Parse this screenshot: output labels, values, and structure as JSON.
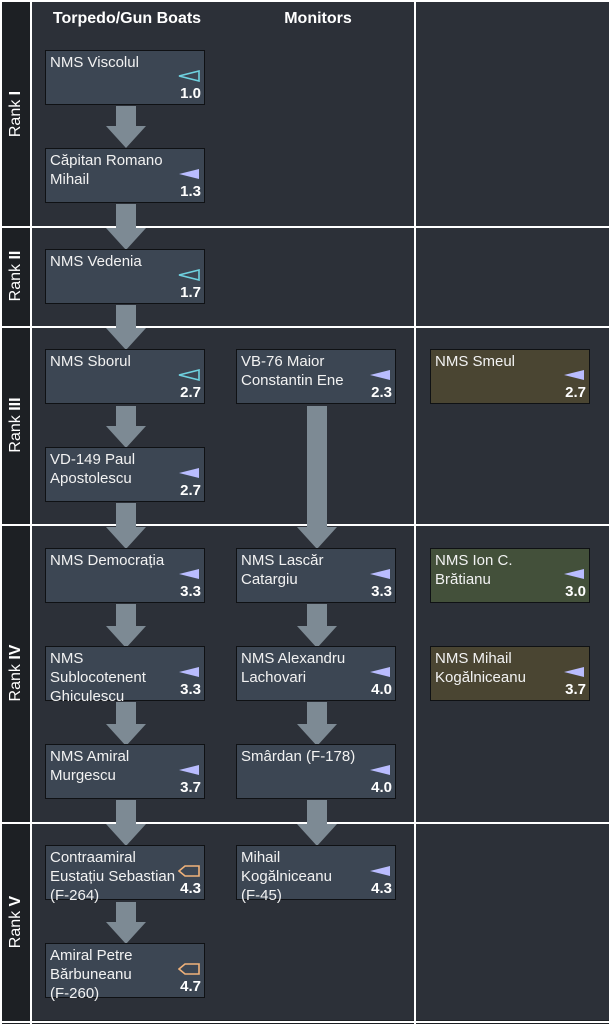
{
  "columns": {
    "col1": "Torpedo/Gun Boats",
    "col2": "Monitors"
  },
  "ranks": {
    "r1": {
      "prefix": "Rank ",
      "num": "I"
    },
    "r2": {
      "prefix": "Rank ",
      "num": "II"
    },
    "r3": {
      "prefix": "Rank ",
      "num": "III"
    },
    "r4": {
      "prefix": "Rank ",
      "num": "IV"
    },
    "r5": {
      "prefix": "Rank ",
      "num": "V"
    }
  },
  "colors": {
    "background": "#1d2024",
    "panel": "#2c3038",
    "card": "#3c4653",
    "premium_olive": "#4a4532",
    "premium_green": "#43503a",
    "arrow": "#7d8a94",
    "icon_cyan": "#6fd2e0",
    "icon_lavender": "#b9bcff",
    "icon_orange": "#f0b27a"
  },
  "vehicles": {
    "viscolul": {
      "name": "NMS Viscolul",
      "br": "1.0",
      "icon": "triangle-outline-icon"
    },
    "romano": {
      "name": "Căpitan Romano\nMihail",
      "br": "1.3",
      "icon": "triangle-filled-icon"
    },
    "vedenia": {
      "name": "NMS Vedenia",
      "br": "1.7",
      "icon": "triangle-outline-icon"
    },
    "sborul": {
      "name": "NMS Sborul",
      "br": "2.7",
      "icon": "triangle-outline-icon"
    },
    "apostolescu": {
      "name": "VD-149 Paul\nApostolescu",
      "br": "2.7",
      "icon": "triangle-filled-icon"
    },
    "ene": {
      "name": "VB-76 Maior\nConstantin Ene",
      "br": "2.3",
      "icon": "triangle-filled-icon"
    },
    "smeul": {
      "name": "NMS Smeul",
      "br": "2.7",
      "icon": "triangle-filled-icon"
    },
    "democratia": {
      "name": "NMS Democrația",
      "br": "3.3",
      "icon": "triangle-filled-icon"
    },
    "ghiculescu": {
      "name": "NMS\nSublocotenent\nGhiculescu",
      "br": "3.3",
      "icon": "triangle-filled-icon"
    },
    "murgescu": {
      "name": "NMS Amiral\nMurgescu",
      "br": "3.7",
      "icon": "triangle-filled-icon"
    },
    "catargiu": {
      "name": "NMS Lascăr\nCatargiu",
      "br": "3.3",
      "icon": "triangle-filled-icon"
    },
    "lachovari": {
      "name": "NMS Alexandru\nLachovari",
      "br": "4.0",
      "icon": "triangle-filled-icon"
    },
    "smardan": {
      "name": "Smârdan (F-178)",
      "br": "4.0",
      "icon": "triangle-filled-icon"
    },
    "bratianu": {
      "name": "NMS Ion C.\nBrătianu",
      "br": "3.0",
      "icon": "triangle-filled-icon"
    },
    "kogalniceanu_m": {
      "name": "NMS Mihail\nKogălniceanu",
      "br": "3.7",
      "icon": "triangle-filled-icon"
    },
    "sebastian": {
      "name": "Contraamiral\nEustațiu Sebastian\n(F-264)",
      "br": "4.3",
      "icon": "pentagon-outline-icon"
    },
    "barbuneanu": {
      "name": "Amiral Petre\nBărbuneanu\n(F-260)",
      "br": "4.7",
      "icon": "pentagon-outline-icon"
    },
    "kogalniceanu_f45": {
      "name": "Mihail\nKogălniceanu\n(F-45)",
      "br": "4.3",
      "icon": "triangle-filled-icon"
    }
  }
}
